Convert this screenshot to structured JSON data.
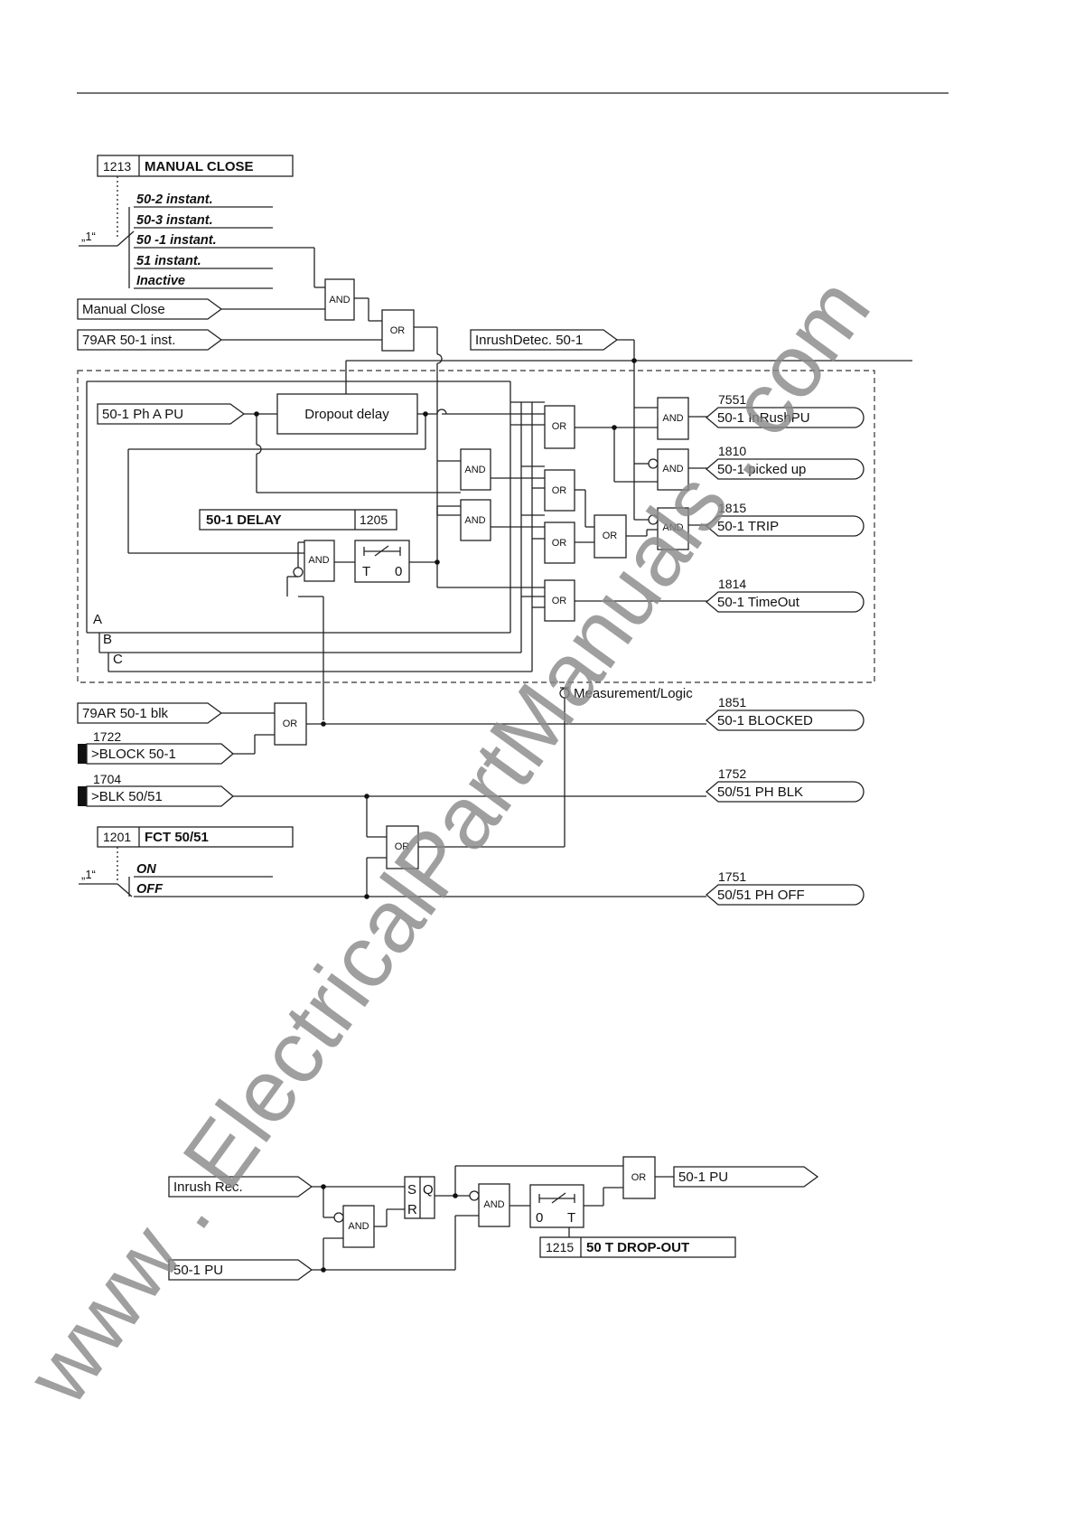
{
  "inputs": {
    "manual_close_param_id": "1213",
    "manual_close_param": "MANUAL CLOSE",
    "opt_50_2": "50-2 instant.",
    "opt_50_3": "50-3 instant.",
    "opt_50_1": "50 -1 instant.",
    "opt_51": "51 instant.",
    "opt_inactive": "Inactive",
    "one_marker": "„1“",
    "manual_close": "Manual Close",
    "ar_inst": "79AR 50-1 inst.",
    "inrush_detec": "InrushDetec. 50-1",
    "ph_a_pu": "50-1 Ph A PU",
    "dropout_delay": "Dropout delay",
    "delay_param": "50-1 DELAY",
    "delay_param_id": "1205",
    "phase_a": "A",
    "phase_b": "B",
    "phase_c": "C",
    "ar_blk": "79AR 50-1 blk",
    "block_id": "1722",
    "block": ">BLOCK 50-1",
    "blk_id": "1704",
    "blk": ">BLK 50/51",
    "fct_id": "1201",
    "fct": "FCT 50/51",
    "on": "ON",
    "off": "OFF",
    "measurement": "Measurement/Logic"
  },
  "gates": {
    "and": "AND",
    "or": "OR",
    "t": "T",
    "zero": "0"
  },
  "outputs": {
    "inrush_pu_id": "7551",
    "inrush_pu": "50-1 InRushPU",
    "picked_up_id": "1810",
    "picked_up": "50-1 picked up",
    "trip_id": "1815",
    "trip": "50-1 TRIP",
    "timeout_id": "1814",
    "timeout": "50-1 TimeOut",
    "blocked_id": "1851",
    "blocked": "50-1 BLOCKED",
    "ph_blk_id": "1752",
    "ph_blk": "50/51 PH BLK",
    "ph_off_id": "1751",
    "ph_off": "50/51 PH OFF"
  },
  "lower": {
    "inrush_rec": "Inrush Rec.",
    "pu_in": "50-1 PU",
    "s": "S",
    "r": "R",
    "q": "Q",
    "pu_out": "50-1 PU",
    "dropout_id": "1215",
    "dropout": "50 T DROP-OUT"
  },
  "watermark": {
    "text": "www . ElectricalPartManuals . com",
    "color": "#8a8a8a"
  }
}
